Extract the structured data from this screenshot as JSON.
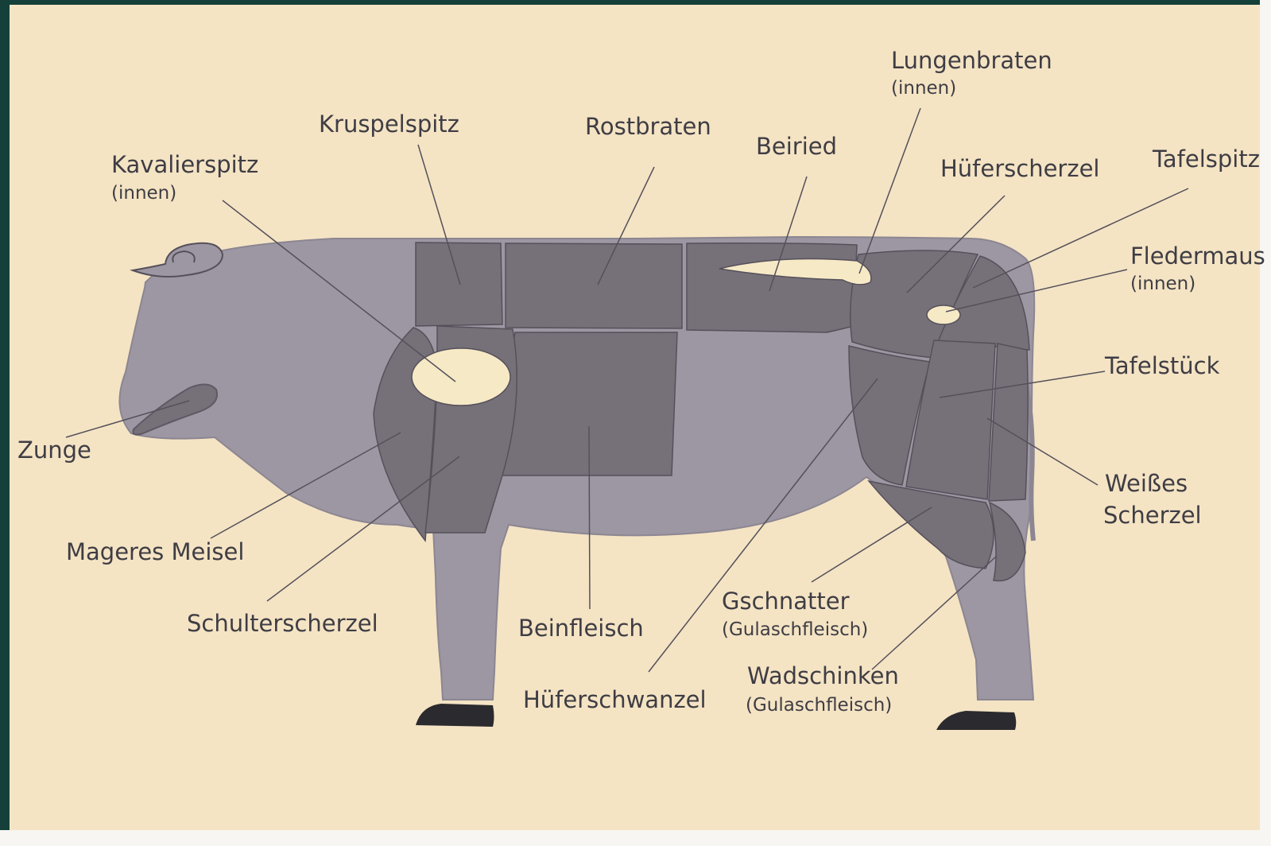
{
  "colors": {
    "background": "#f4e4c4",
    "body": "#9d97a3",
    "cuts": "#767079",
    "fat": "#f6e9c6",
    "outline": "#55505a",
    "hoof": "#2b2a2e",
    "text": "#3f3d44",
    "frame": "#15403a"
  },
  "labels": {
    "kavalierspitz": "Kavalierspitz",
    "kavalierspitz_note": "(innen)",
    "kruspelspitz": "Kruspelspitz",
    "rostbraten": "Rostbraten",
    "beiried": "Beiried",
    "lungenbraten": "Lungenbraten",
    "lungenbraten_note": "(innen)",
    "hueferscherzel": "Hüferscherzel",
    "tafelspitz": "Tafelspitz",
    "fledermaus": "Fledermaus",
    "fledermaus_note": "(innen)",
    "tafelstueck": "Tafelstück",
    "weisses": "Weißes",
    "scherzel": "Scherzel",
    "zunge": "Zunge",
    "mageres_meisel": "Mageres Meisel",
    "schulterscherzel": "Schulterscherzel",
    "beinfleisch": "Beinfleisch",
    "hueferschwanzel": "Hüferschwanzel",
    "gschnatter": "Gschnatter",
    "gschnatter_note": "(Gulaschfleisch)",
    "wadschinken": "Wadschinken",
    "wadschinken_note": "(Gulaschfleisch)"
  }
}
